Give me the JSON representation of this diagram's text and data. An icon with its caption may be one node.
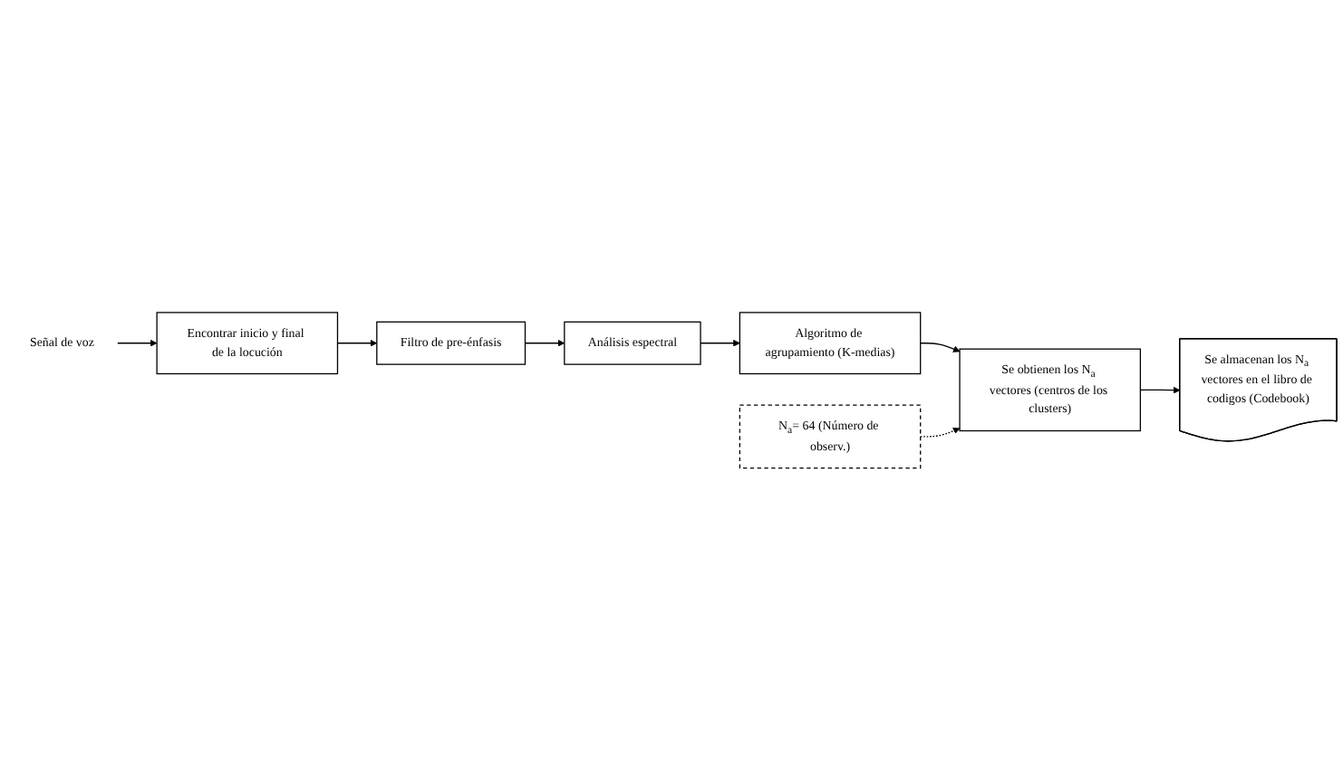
{
  "diagram": {
    "nodes": [
      {
        "text": [
          "Señal de voz"
        ]
      },
      {
        "text": [
          "Encontrar inicio y final de la locución"
        ]
      },
      {
        "text": [
          "Filtro de pre-énfasis"
        ]
      },
      {
        "text": [
          "Análisis espectral"
        ]
      },
      {
        "text": [
          "Algoritmo de agrupamiento (K-medias)"
        ]
      },
      {
        "text": [
          "N$_{a}$= 64 (Número de observ.)"
        ]
      },
      {
        "text": [
          "Se obtienen los N$_{a}$ vectores (centros de los clusters)"
        ]
      },
      {
        "text": [
          "Se almacenan los N$_{a}$ vectores en el libro de codigos (Codebook)"
        ]
      }
    ],
    "edges": [
      {
        "from": 0,
        "to": 1,
        "arrow": "to"
      },
      {
        "from": 1,
        "to": 2,
        "arrow": "to"
      },
      {
        "from": 2,
        "to": 3,
        "arrow": "to"
      },
      {
        "from": 3,
        "to": 4,
        "arrow": "to"
      },
      {
        "from": 4,
        "to": 6,
        "arrow": "to"
      },
      {
        "from": 5,
        "to": 6,
        "arrow": "to",
        "style": "dashed"
      },
      {
        "from": 6,
        "to": 7,
        "arrow": "to"
      }
    ]
  }
}
